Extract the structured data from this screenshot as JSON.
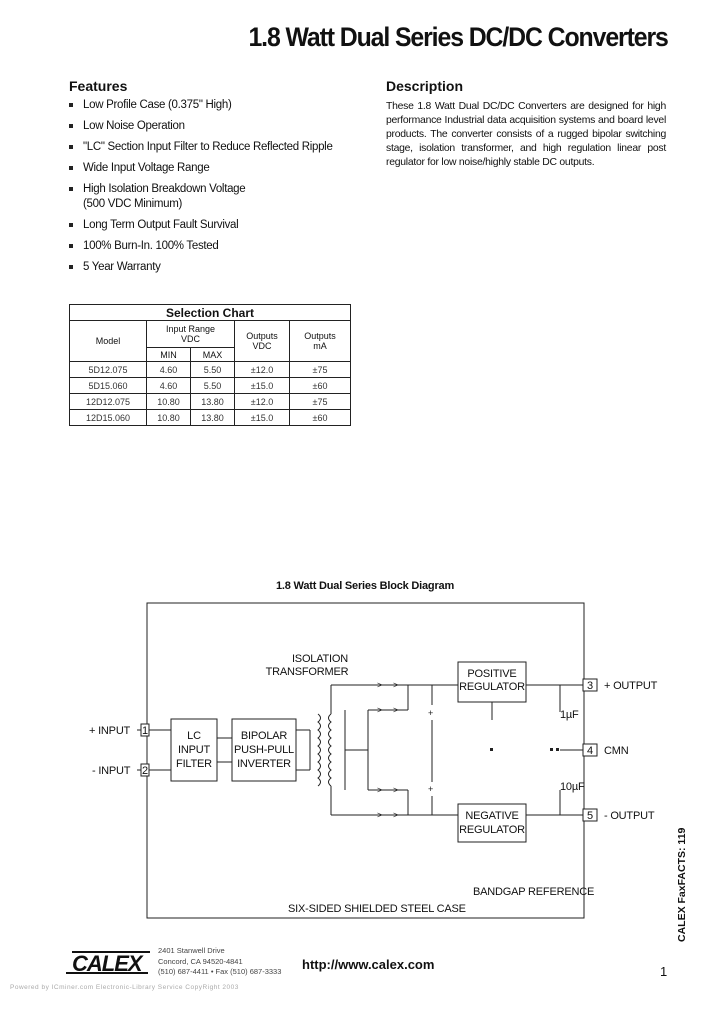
{
  "title": "1.8 Watt Dual Series DC/DC Converters",
  "features": {
    "heading": "Features",
    "items": [
      "Low Profile Case (0.375\" High)",
      "Low Noise Operation",
      "\"LC\" Section Input Filter to Reduce Reflected Ripple",
      "Wide Input Voltage Range",
      "High Isolation Breakdown Voltage",
      "Long Term Output Fault Survival",
      "100% Burn-In. 100% Tested",
      "5 Year Warranty"
    ],
    "isolation_note": "(500 VDC Minimum)"
  },
  "description": {
    "heading": "Description",
    "text": "These 1.8 Watt Dual DC/DC Converters are designed for high performance Industrial data acquisition systems and board level products.  The converter consists of a rugged bipolar switching stage, isolation transformer, and high regulation linear post regulator for low noise/highly stable DC outputs."
  },
  "selection_chart": {
    "caption": "Selection Chart",
    "headers": {
      "model": "Model",
      "input_range_line1": "Input Range",
      "input_range_line2": "VDC",
      "min": "MIN",
      "max": "MAX",
      "outputs_vdc_line1": "Outputs",
      "outputs_vdc_line2": "VDC",
      "outputs_ma_line1": "Outputs",
      "outputs_ma_line2": "mA"
    },
    "rows": [
      {
        "model": "5D12.075",
        "min": "4.60",
        "max": "5.50",
        "vdc": "±12.0",
        "ma": "±75"
      },
      {
        "model": "5D15.060",
        "min": "4.60",
        "max": "5.50",
        "vdc": "±15.0",
        "ma": "±60"
      },
      {
        "model": "12D12.075",
        "min": "10.80",
        "max": "13.80",
        "vdc": "±12.0",
        "ma": "±75"
      },
      {
        "model": "12D15.060",
        "min": "10.80",
        "max": "13.80",
        "vdc": "±15.0",
        "ma": "±60"
      }
    ]
  },
  "block_diagram": {
    "title": "1.8 Watt Dual Series Block Diagram",
    "input_plus": "+ INPUT",
    "input_minus": "- INPUT",
    "pin_1": "1",
    "pin_2": "2",
    "pin_3": "3",
    "pin_4": "4",
    "pin_5": "5",
    "lc_filter": [
      "LC",
      "INPUT",
      "FILTER"
    ],
    "inverter": [
      "BIPOLAR",
      "PUSH-PULL",
      "INVERTER"
    ],
    "transformer": [
      "ISOLATION",
      "TRANSFORMER"
    ],
    "pos_reg": [
      "POSITIVE",
      "REGULATOR"
    ],
    "neg_reg": [
      "NEGATIVE",
      "REGULATOR"
    ],
    "output_plus": "+ OUTPUT",
    "output_cmn": "CMN",
    "output_minus": "- OUTPUT",
    "cap_1": "1µF",
    "cap_10": "10µF",
    "bandgap": "BANDGAP REFERENCE",
    "case": "SIX-SIDED SHIELDED STEEL CASE"
  },
  "footer": {
    "logo": "CALEX",
    "address_lines": [
      "2401 Stanwell Drive",
      "Concord, CA 94520-4841",
      "(510) 687-4411 • Fax (510) 687-3333"
    ],
    "url": "http://www.calex.com",
    "page_number": "1",
    "side_text": "CALEX FaxFACTS: 119",
    "note": "Powered by ICminer.com Electronic-Library Service CopyRight 2003"
  }
}
